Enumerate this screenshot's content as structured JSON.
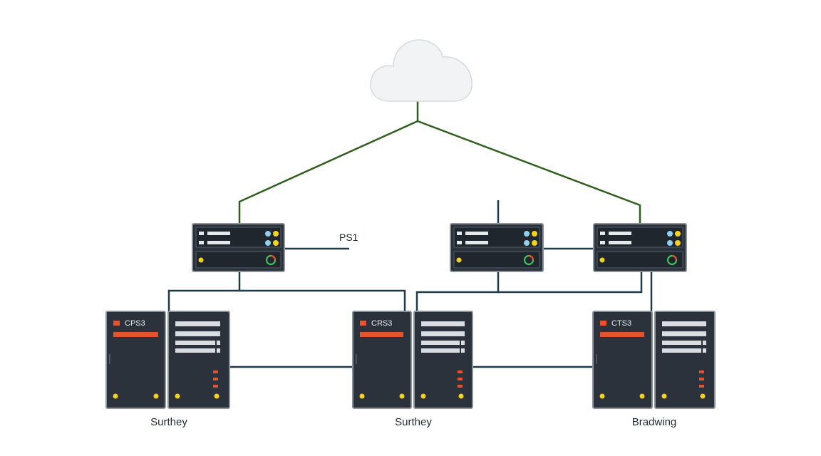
{
  "colors": {
    "wan_link": "#2f5f1d",
    "lan_link": "#1e3a4f",
    "device_body": "#2b323b",
    "device_border": "#8a929b",
    "accent_red": "#e5532e",
    "led_yellow": "#f4d21c",
    "led_blue": "#8fd0ef",
    "cloud": "#f2f3f4"
  },
  "icons": {
    "cloud": "cloud-icon",
    "switch": "network-switch-icon",
    "server": "server-rack-icon"
  },
  "labels": {
    "switch_1": "PS1",
    "server_1": "CPS3",
    "server_2": "CRS3",
    "server_3": "CTS3"
  },
  "groups": [
    {
      "label": "Surthey"
    },
    {
      "label": "Surthey"
    },
    {
      "label": "Bradwing"
    }
  ]
}
